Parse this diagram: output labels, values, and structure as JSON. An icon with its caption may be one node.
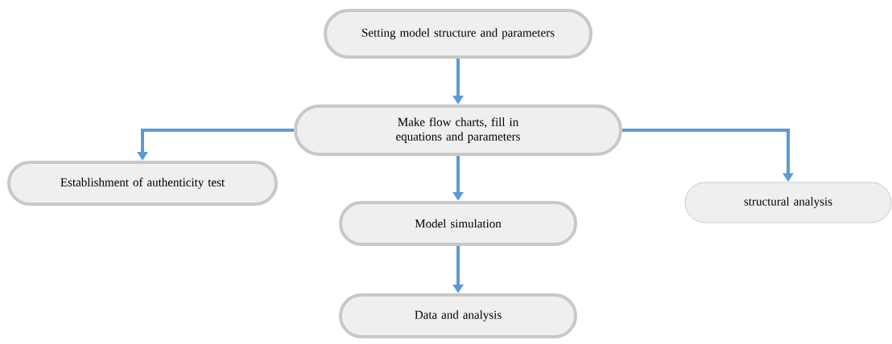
{
  "diagram": {
    "nodes": [
      {
        "text": [
          "Setting model structure and parameters"
        ]
      },
      {
        "text": [
          "Make flow charts, fill in equations and parameters"
        ]
      },
      {
        "text": [
          "Establishment of authenticity test"
        ]
      },
      {
        "text": [
          "Model simulation"
        ]
      },
      {
        "text": [
          "structural analysis"
        ]
      },
      {
        "text": [
          "Data and analysis"
        ]
      }
    ],
    "edges": [
      {
        "from": 0,
        "to": 1,
        "arrow": "to"
      },
      {
        "from": 1,
        "to": 2,
        "arrow": "to"
      },
      {
        "from": 1,
        "to": 3,
        "arrow": "to"
      },
      {
        "from": 1,
        "to": 4,
        "arrow": "to"
      },
      {
        "from": 3,
        "to": 5,
        "arrow": "to"
      }
    ]
  }
}
